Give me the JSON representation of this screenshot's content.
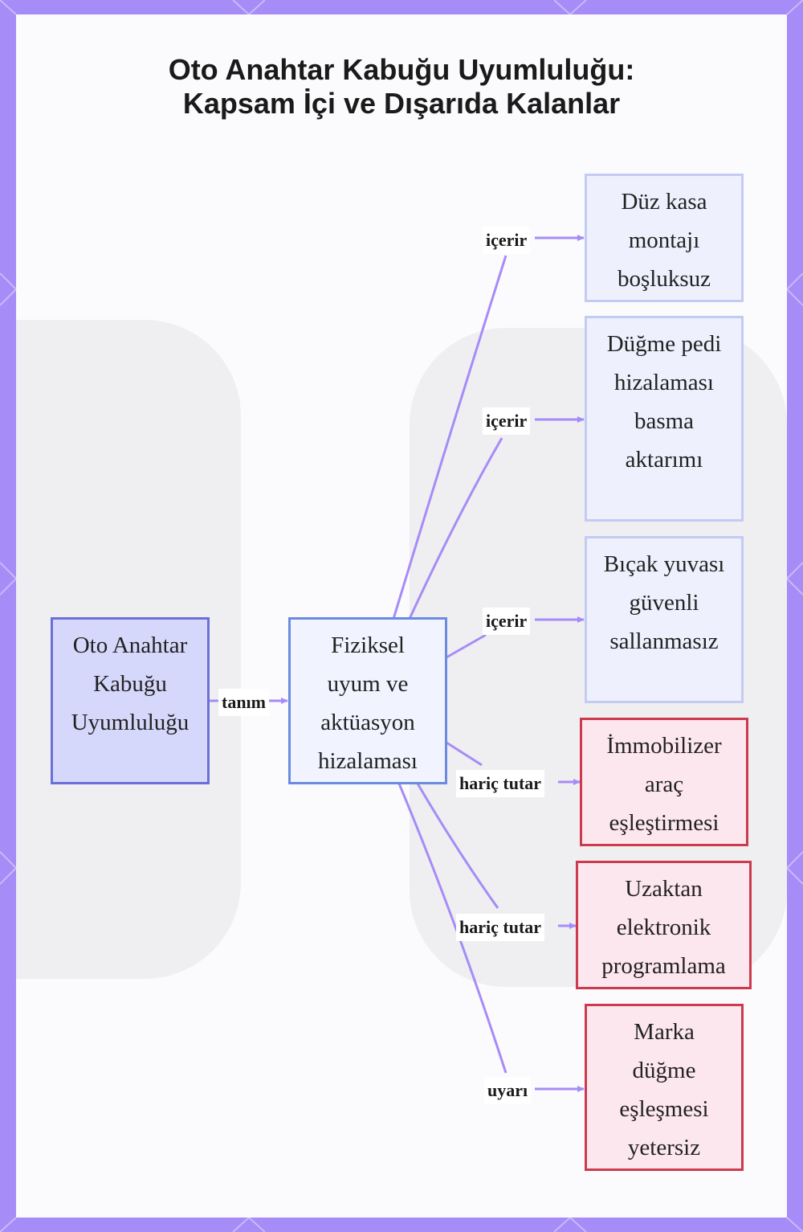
{
  "title": {
    "line1": "Oto Anahtar Kabuğu Uyumluluğu:",
    "line2": "Kapsam İçi ve Dışarıda Kalanlar"
  },
  "nodes": {
    "root": "Oto Anahtar Kabuğu Uyumluluğu",
    "definition": "Fiziksel uyum ve aktüasyon hizalaması",
    "inc1": "Düz kasa montajı boşluksuz",
    "inc2": "Düğme pedi hizalaması basma aktarımı",
    "inc3": "Bıçak yuvası güvenli sallanmasız",
    "exc1": "İmmobilizer araç eşleştirmesi",
    "exc2": "Uzaktan elektronik programlama",
    "warn": "Marka düğme eşleşmesi yetersiz"
  },
  "edge_labels": {
    "definition": "tanım",
    "include": "içerir",
    "exclude": "hariç tutar",
    "warning": "uyarı"
  },
  "colors": {
    "frame": "#a68cf6",
    "edge": "#a68cf6",
    "include_border": "#c3cbf3",
    "exclude_border": "#cc3a4e"
  }
}
